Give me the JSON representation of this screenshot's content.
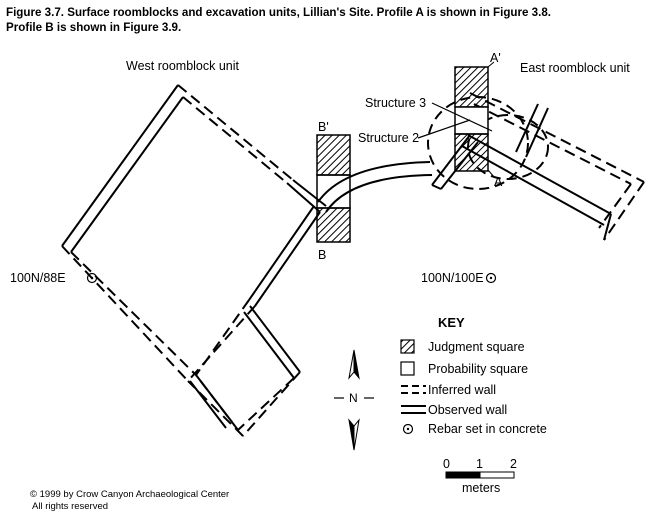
{
  "caption": {
    "line1": "Figure 3.7.  Surface roomblocks and excavation units, Lillian's Site. Profile A is shown in Figure 3.8.",
    "line2": "Profile B is shown in Figure 3.9."
  },
  "map": {
    "west_unit_label": "West roomblock unit",
    "east_unit_label": "East roomblock unit",
    "structure3_label": "Structure 3",
    "structure2_label": "Structure 2",
    "profile_a": "A",
    "profile_a_prime": "A'",
    "profile_b": "B",
    "profile_b_prime": "B'",
    "datum_west": "100N/88E",
    "datum_east": "100N/100E",
    "north_label": "N"
  },
  "key": {
    "title": "KEY",
    "items": [
      {
        "label": "Judgment square",
        "symbol": "hatched-square"
      },
      {
        "label": "Probability square",
        "symbol": "open-square"
      },
      {
        "label": "Inferred wall",
        "symbol": "dashed-double-line"
      },
      {
        "label": "Observed wall",
        "symbol": "solid-double-line"
      },
      {
        "label": "Rebar set in concrete",
        "symbol": "circle-dot"
      }
    ]
  },
  "scale_bar": {
    "ticks": [
      "0",
      "1",
      "2"
    ],
    "unit": "meters"
  },
  "copyright": {
    "line1": "© 1999 by Crow Canyon Archaeological Center",
    "line2": "All rights reserved"
  }
}
